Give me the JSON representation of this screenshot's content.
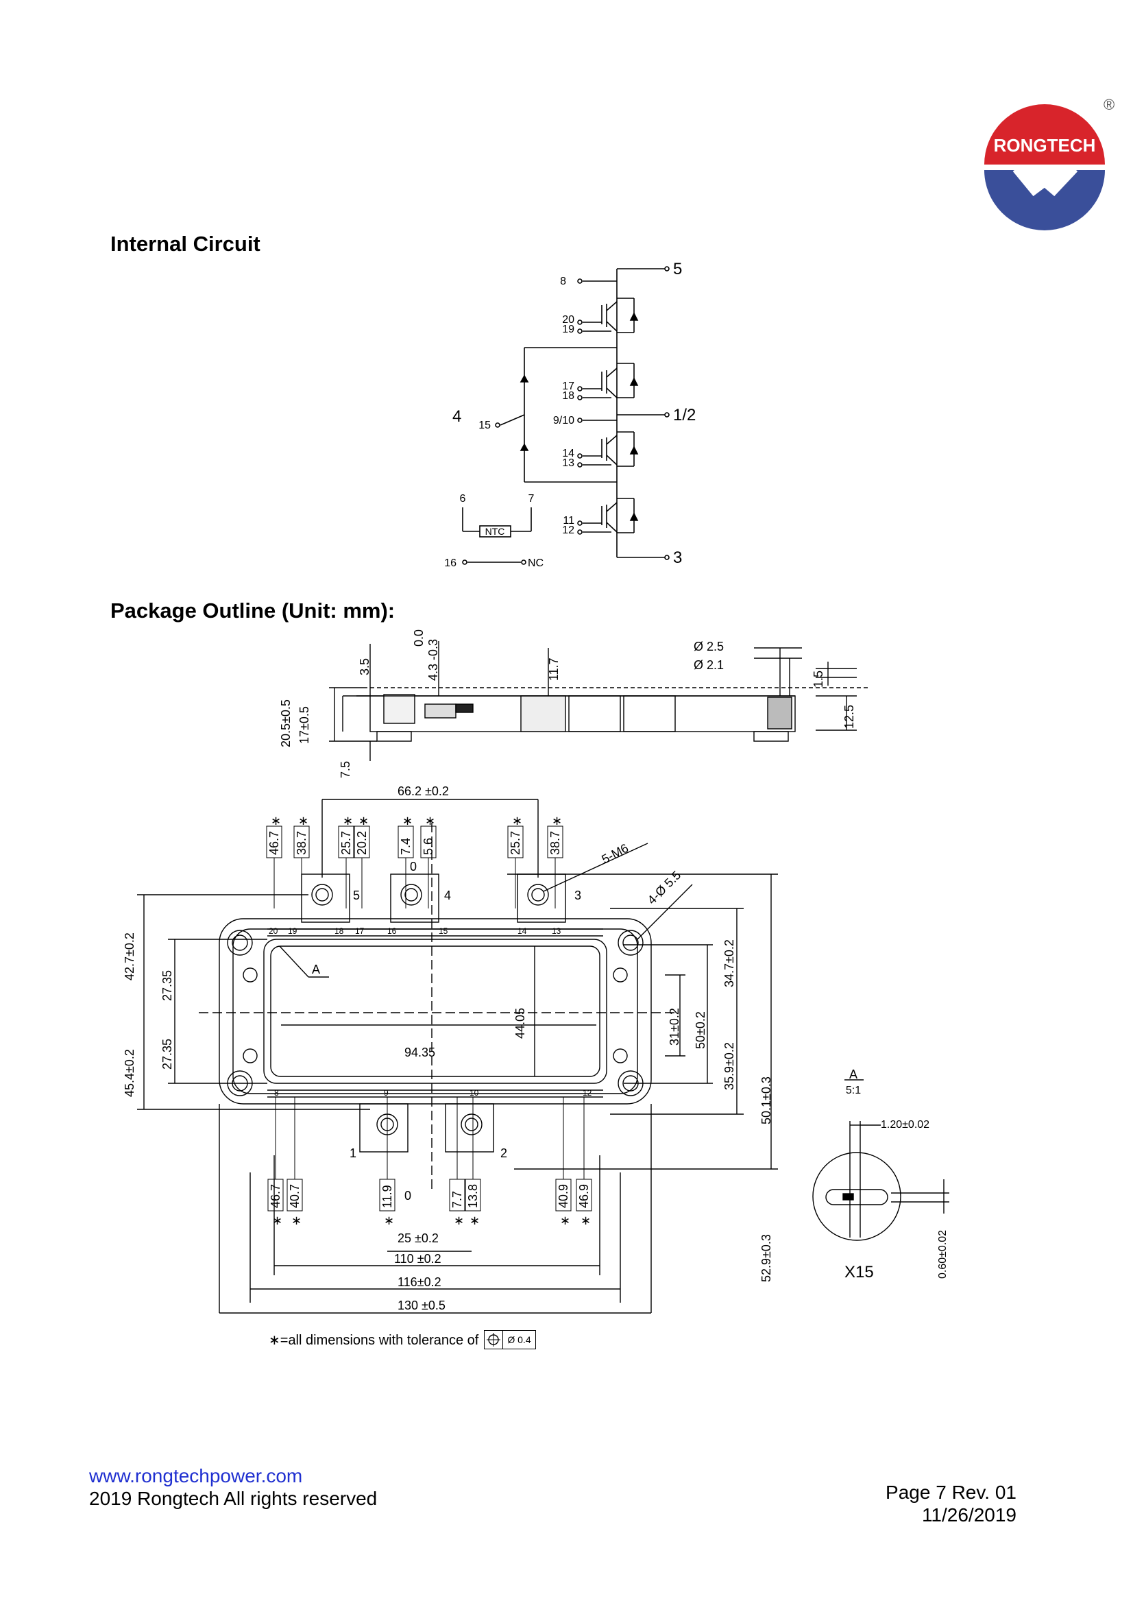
{
  "logo": {
    "text": "RONGTECH",
    "registered": "®",
    "colors": {
      "red": "#d8242b",
      "blue": "#3a4f9a"
    }
  },
  "sections": {
    "internal_circuit": "Internal Circuit",
    "package_outline": "Package Outline (Unit: mm):"
  },
  "circuit": {
    "terminals": {
      "t5": "5",
      "t12": "1/2",
      "t3": "3",
      "t4": "4",
      "p8": "8",
      "p20": "20",
      "p19": "19",
      "p17": "17",
      "p18": "18",
      "p910": "9/10",
      "p14": "14",
      "p13": "13",
      "p11": "11",
      "p12": "12",
      "p15": "15",
      "p6": "6",
      "p7": "7",
      "p16": "16"
    },
    "ntc": "NTC",
    "nc": "NC"
  },
  "side_view": {
    "d35": "3.5",
    "d00": "0.0",
    "d43": "4.3 -0.3",
    "d117": "11.7",
    "d25": "Ø 2.5",
    "d21": "Ø 2.1",
    "d15": "1.5",
    "d125": "12.5",
    "d205": "20.5±0.5",
    "d17": "17±0.5",
    "d75": "7.5"
  },
  "top_view": {
    "d662": "66.2 ±0.2",
    "top_boxes": [
      "46.7",
      "38.7",
      "25.7",
      "20.2",
      "7.4",
      "5.6",
      "25.7",
      "38.7"
    ],
    "zero": "0",
    "m6": "5-M6",
    "hole": "4-Ø 5.5",
    "d501": "50.1±0.3",
    "d347": "34.7±0.2",
    "d31": "31±0.2",
    "d50": "50±0.2",
    "d359": "35.9±0.2",
    "d529": "52.9±0.3",
    "d427": "42.7±0.2",
    "d2735a": "27.35",
    "d2735b": "27.35",
    "d454": "45.4±0.2",
    "d4405": "44.05",
    "d9435": "94.35",
    "label_a": "A",
    "bottom_boxes": [
      "46.7",
      "40.7",
      "11.9",
      "7.7",
      "13.8",
      "40.9",
      "46.9"
    ],
    "d25": "25 ±0.2",
    "d110": "110 ±0.2",
    "d116": "116±0.2",
    "d130": "130 ±0.5",
    "term5": "5",
    "term4": "4",
    "term3": "3",
    "term1": "1",
    "term2": "2",
    "pins_top": [
      "20",
      "19",
      "18",
      "17",
      "16",
      "15",
      "14",
      "13"
    ],
    "pins_bottom": [
      "8",
      "9",
      "10",
      "12"
    ],
    "tolerance_note": "∗=all dimensions with tolerance of",
    "tolerance_value": "Ø 0.4"
  },
  "detail": {
    "a": "A",
    "scale": "5:1",
    "d120": "1.20±0.02",
    "d060": "0.60±0.02",
    "x15": "X15"
  },
  "footer": {
    "url": "www.rongtechpower.com",
    "copyright": "2019 Rongtech All rights reserved",
    "page": "Page 7  Rev. 01",
    "date": "11/26/2019"
  }
}
